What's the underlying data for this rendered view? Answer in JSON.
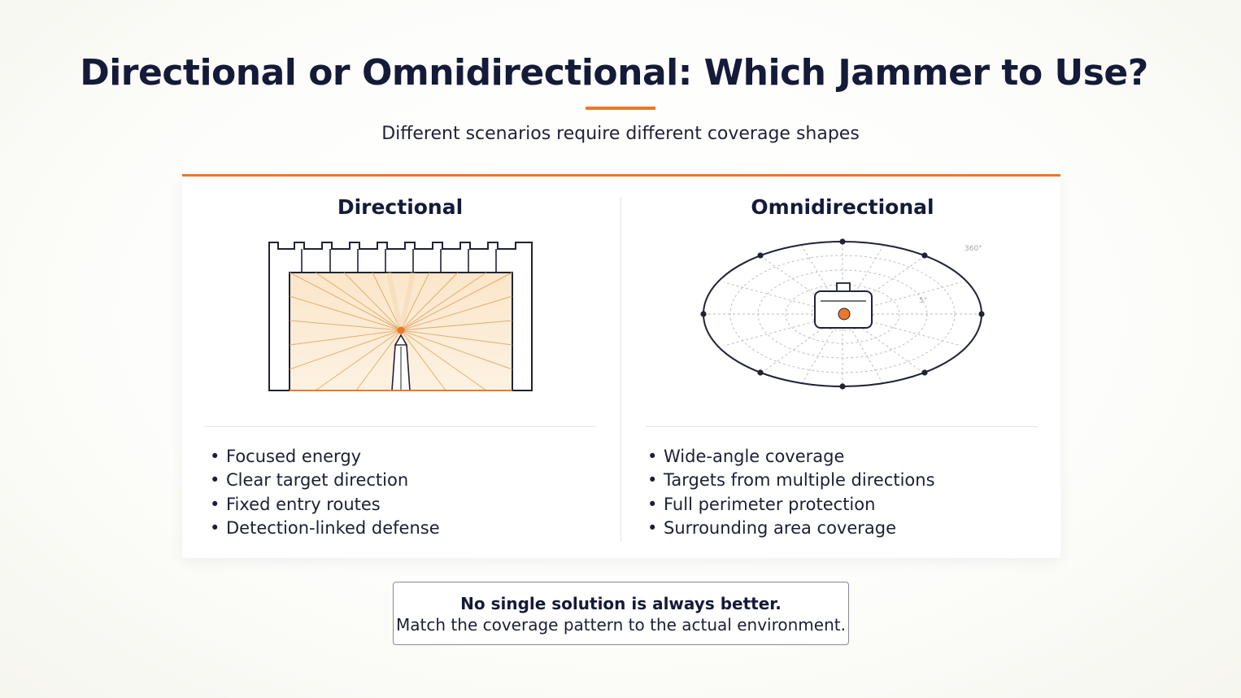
{
  "page": {
    "title": "Directional or Omnidirectional: Which Jammer to Use?",
    "subtitle": "Different scenarios require different coverage shapes",
    "accent_color": "#e9782a",
    "text_color": "#141a38"
  },
  "directional": {
    "heading": "Directional",
    "illustration": "fortress-wall-with-fan-beam-icon",
    "bullets": [
      "Focused energy",
      "Clear target direction",
      "Fixed entry routes",
      "Detection-linked defense"
    ]
  },
  "omnidirectional": {
    "heading": "Omnidirectional",
    "illustration": "polar-coverage-ellipse-with-device-icon",
    "angle_labels": [
      "360°",
      "5°"
    ],
    "bullets": [
      "Wide-angle coverage",
      "Targets from multiple directions",
      "Full perimeter protection",
      "Surrounding area coverage"
    ]
  },
  "note": {
    "strong": "No single solution is always better.",
    "text": "Match the coverage pattern to the actual environment."
  }
}
